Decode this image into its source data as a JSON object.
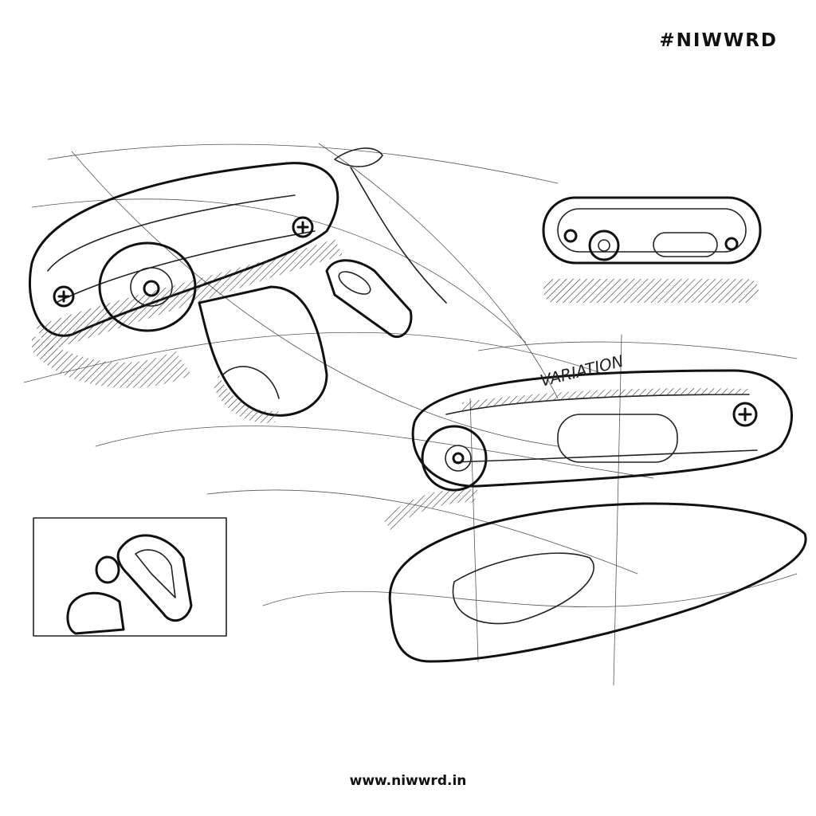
{
  "brand_tag": "#NIWWRD",
  "website": "www.niwwrd.in",
  "sketch_annotation": "VARIATION",
  "colors": {
    "ink": "#111111",
    "paper": "#ffffff"
  }
}
